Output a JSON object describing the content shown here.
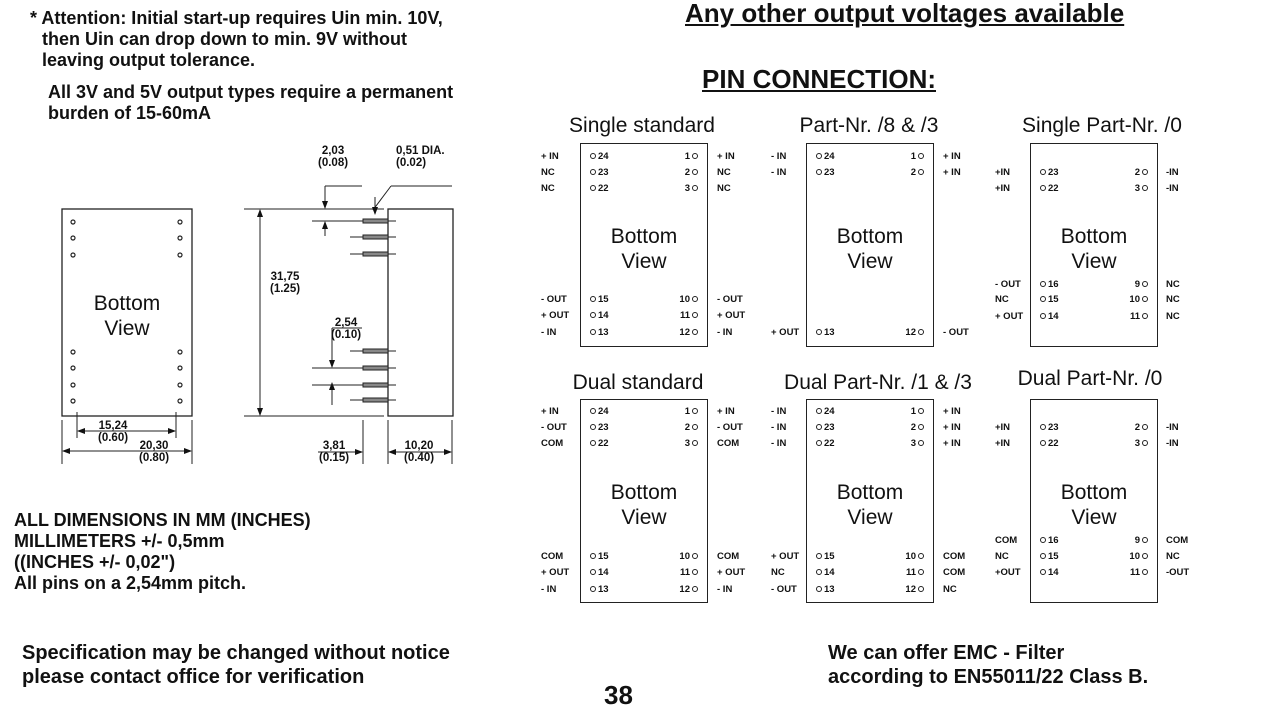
{
  "notes": {
    "attention_lines": [
      "* Attention:  Initial start-up requires Uin min. 10V,",
      "then Uin can drop down to min. 9V without",
      "leaving output tolerance."
    ],
    "burden_lines": [
      "All 3V and 5V output types require a permanent",
      "burden of 15-60mA"
    ],
    "dimensions_lines": [
      "ALL DIMENSIONS IN MM (INCHES)",
      "MILLIMETERS +/- 0,5mm",
      "((INCHES  +/- 0,02\")",
      "All pins on a 2,54mm pitch."
    ],
    "spec_lines": [
      "Specification may be changed without notice",
      "please contact office for verification"
    ],
    "emc_lines": [
      "We can offer EMC - Filter",
      "according to EN55011/22 Class B."
    ]
  },
  "header": {
    "voltages": "Any other output voltages available",
    "pin_connection": "PIN  CONNECTION:"
  },
  "page_number": "38",
  "mechanical": {
    "bottom_view_line1": "Bottom",
    "bottom_view_line2": "View",
    "dims": {
      "pin_offset_mm": "2,03",
      "pin_offset_in": "(0.08)",
      "pin_dia_mm": "0,51 DIA.",
      "pin_dia_in": "(0.02)",
      "height_mm": "31,75",
      "height_in": "(1.25)",
      "pitch_mm": "2,54",
      "pitch_in": "(0.10)",
      "pin_row_mm": "15,24",
      "pin_row_in": "(0.60)",
      "width_mm": "20,30",
      "width_in": "(0.80)",
      "pin_len_mm": "3,81",
      "pin_len_in": "(0.15)",
      "depth_mm": "10,20",
      "depth_in": "(0.40)"
    }
  },
  "diagrams": [
    {
      "title": "Single standard",
      "top": [
        {
          "l": "+ IN",
          "ln": "24",
          "rn": "1",
          "r": "+ IN"
        },
        {
          "l": "NC",
          "ln": "23",
          "rn": "2",
          "r": "NC"
        },
        {
          "l": "NC",
          "ln": "22",
          "rn": "3",
          "r": "NC"
        }
      ],
      "bottom": [
        {
          "l": "- OUT",
          "ln": "15",
          "rn": "10",
          "r": "- OUT"
        },
        {
          "l": "+ OUT",
          "ln": "14",
          "rn": "11",
          "r": "+ OUT"
        },
        {
          "l": "- IN",
          "ln": "13",
          "rn": "12",
          "r": "- IN"
        }
      ]
    },
    {
      "title": "Part-Nr. /8 & /3",
      "top": [
        {
          "l": "- IN",
          "ln": "24",
          "rn": "1",
          "r": "+ IN"
        },
        {
          "l": "- IN",
          "ln": "23",
          "rn": "2",
          "r": "+ IN"
        }
      ],
      "bottom": [
        {
          "l": "+ OUT",
          "ln": "13",
          "rn": "12",
          "r": "- OUT"
        }
      ]
    },
    {
      "title": "Single Part-Nr. /0",
      "top": [
        {
          "l": "+IN",
          "ln": "23",
          "rn": "2",
          "r": "-IN"
        },
        {
          "l": "+IN",
          "ln": "22",
          "rn": "3",
          "r": "-IN"
        }
      ],
      "bottom": [
        {
          "l": "- OUT",
          "ln": "16",
          "rn": "9",
          "r": "NC"
        },
        {
          "l": "NC",
          "ln": "15",
          "rn": "10",
          "r": "NC"
        },
        {
          "l": "+ OUT",
          "ln": "14",
          "rn": "11",
          "r": "NC"
        }
      ]
    },
    {
      "title": "Dual standard",
      "top": [
        {
          "l": "+ IN",
          "ln": "24",
          "rn": "1",
          "r": "+ IN"
        },
        {
          "l": "- OUT",
          "ln": "23",
          "rn": "2",
          "r": "- OUT"
        },
        {
          "l": "COM",
          "ln": "22",
          "rn": "3",
          "r": "COM"
        }
      ],
      "bottom": [
        {
          "l": "COM",
          "ln": "15",
          "rn": "10",
          "r": "COM"
        },
        {
          "l": "+ OUT",
          "ln": "14",
          "rn": "11",
          "r": "+ OUT"
        },
        {
          "l": "- IN",
          "ln": "13",
          "rn": "12",
          "r": "- IN"
        }
      ]
    },
    {
      "title": "Dual Part-Nr. /1 & /3",
      "top": [
        {
          "l": "- IN",
          "ln": "24",
          "rn": "1",
          "r": "+ IN"
        },
        {
          "l": "- IN",
          "ln": "23",
          "rn": "2",
          "r": "+ IN"
        },
        {
          "l": "- IN",
          "ln": "22",
          "rn": "3",
          "r": "+ IN"
        }
      ],
      "bottom": [
        {
          "l": "+ OUT",
          "ln": "15",
          "rn": "10",
          "r": "COM"
        },
        {
          "l": "NC",
          "ln": "14",
          "rn": "11",
          "r": "COM"
        },
        {
          "l": "- OUT",
          "ln": "13",
          "rn": "12",
          "r": "NC"
        }
      ]
    },
    {
      "title": "Dual Part-Nr. /0",
      "top": [
        {
          "l": "+IN",
          "ln": "23",
          "rn": "2",
          "r": "-IN"
        },
        {
          "l": "+IN",
          "ln": "22",
          "rn": "3",
          "r": "-IN"
        }
      ],
      "bottom": [
        {
          "l": "COM",
          "ln": "16",
          "rn": "9",
          "r": "COM"
        },
        {
          "l": "NC",
          "ln": "15",
          "rn": "10",
          "r": "NC"
        },
        {
          "l": "+OUT",
          "ln": "14",
          "rn": "11",
          "r": "-OUT"
        }
      ]
    }
  ]
}
